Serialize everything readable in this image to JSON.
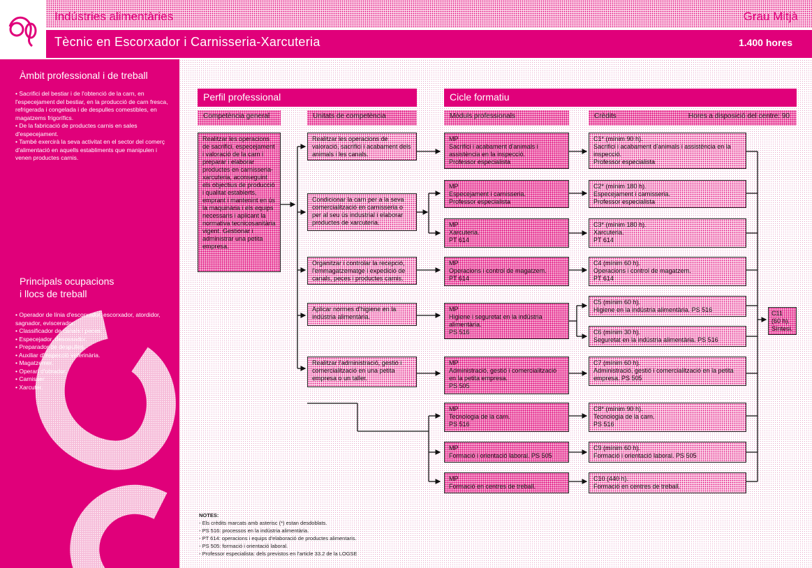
{
  "header": {
    "sector": "Indústries alimentàries",
    "grau": "Grau Mitjà",
    "title": "Tècnic en Escorxador i Carnisseria-Xarcuteria",
    "hours": "1.400 hores"
  },
  "left": {
    "ambit_title": "Àmbit professional i de treball",
    "ambit_items": [
      "Sacrifici del bestiar i de l'obtenció de la carn, en l'especejament del bestiar, en la producció de carn fresca, refrigerada i congelada i de despulles comestibles, en magatzems frigorífics.",
      "De la fabricació de productes carnis en sales d'especejament.",
      "També exercirà la seva activitat en el sector del comerç d'alimentació en aquells establiments que manipulen i venen productes carnis."
    ],
    "ocup_title_1": "Principals ocupacions",
    "ocup_title_2": "i llocs de treball",
    "ocup_items": [
      "Operador de línia d'escorxador, escorxador, atordidor, sagnador, eviscerador.",
      "Classificador de canals i peces.",
      "Especejador, desossador.",
      "Preparador de despulles.",
      "Auxiliar d'inspecció veterinària.",
      "Magatzemer.",
      "Operari d'obrador.",
      "Carnisser.",
      "Xarcuter."
    ]
  },
  "sections": {
    "perfil": "Perfil professional",
    "cicle": "Cicle formatiu"
  },
  "columns": {
    "competencia": "Competència general",
    "unitats": "Unitats de competència",
    "moduls": "Mòduls professionals",
    "credits": "Crèdits",
    "hores_centre": "Hores a disposició del centre: 90"
  },
  "competencia_general": "Realitzar les operacions de sacrifici, especejament i valoració de la carn i preparar i elaborar productes en carnisseria-xarcuteria, aconseguint els objectius de producció i qualitat establerts, emprant i mantenint en ús la maquinària i els equips necessaris i aplicant la normativa tecnicosanitària vigent. Gestionar i administrar una petita empresa.",
  "unitats": [
    "Realitzar les operacions de valoració, sacrifici i acabament dels animals i les canals.",
    "Condicionar la carn per a la seva comercialització en carnisseria o per al seu ús industrial i elaborar productes de xarcuteria.",
    "Organitzar i controlar la recepció, l'emmagatzematge i expedició de canals, peces i productes carnis.",
    "Aplicar normes d'higiene en la indústria alimentària.",
    "Realitzar l'administració, gestió i comercialització en una petita empresa o un taller."
  ],
  "moduls": [
    {
      "l1": "MP",
      "l2": "Sacrifici i acabament d'animals i assistència en la inspecció.",
      "l3": "Professor especialista"
    },
    {
      "l1": "MP",
      "l2": "Especejament i carnisseria.",
      "l3": "Professor especialista"
    },
    {
      "l1": "MP",
      "l2": "Xarcuteria.",
      "l3": "PT 614"
    },
    {
      "l1": "MP",
      "l2": "Operacions i control de magatzem.",
      "l3": "PT 614"
    },
    {
      "l1": "MP",
      "l2": "Higiene i seguretat en la indústria alimentària.",
      "l3": "PS 516"
    },
    {
      "l1": "MP",
      "l2": "Administració, gestió i comercialització en la petita empresa.",
      "l3": "PS 505"
    },
    {
      "l1": "MP",
      "l2": "Tecnologia de la carn.",
      "l3": "PS 516"
    },
    {
      "l1": "MP",
      "l2": "Formació i orientació laboral. PS 505",
      "l3": ""
    },
    {
      "l1": "MP",
      "l2": "Formació en centres de treball.",
      "l3": ""
    }
  ],
  "credits": [
    {
      "l1": "C1* (mínim 90 h).",
      "l2": "Sacrifici i acabament d'animals i assistència en la inspecció.",
      "l3": "Professor especialista"
    },
    {
      "l1": "C2* (mínim 180 h).",
      "l2": "Especejament i carnisseria.",
      "l3": "Professor especialista"
    },
    {
      "l1": "C3* (mínim 180 h).",
      "l2": "Xarcuteria.",
      "l3": "PT 614"
    },
    {
      "l1": "C4 (mínim 60 h).",
      "l2": "Operacions i control de magatzem.",
      "l3": "PT 614"
    },
    {
      "l1": "C5 (mínim 60 h).",
      "l2": "Higiene en la indústria alimentària. PS 516",
      "l3": ""
    },
    {
      "l1": "C6 (mínim 30 h).",
      "l2": "Seguretat en la indústria alimentària. PS 516",
      "l3": ""
    },
    {
      "l1": "C7 (mínim 60 h).",
      "l2": "Administració, gestió i comercialització en la petita empresa. PS 505",
      "l3": ""
    },
    {
      "l1": "C8* (mínim 90 h).",
      "l2": "Tecnologia de la carn.",
      "l3": "PS 516"
    },
    {
      "l1": "C9 (mínim 60 h).",
      "l2": "Formació i orientació laboral. PS 505",
      "l3": ""
    },
    {
      "l1": "C10 (440 h).",
      "l2": "Formació en centres de treball.",
      "l3": ""
    }
  ],
  "c11": {
    "l1": "C11",
    "l2": "(60 h).",
    "l3": "Síntesi."
  },
  "notes": {
    "title": "NOTES:",
    "items": [
      "- Els crèdits marcats amb asterisc (*) estan desdoblats.",
      "- PS 516: processos en la indústria alimentària.",
      "- PT 614: operacions i equips d'elaboració de productes alimentaris.",
      "- PS 505: formació i orientació laboral.",
      "- Professor especialista: dels previstos en l'article 33.2 de la LOGSE"
    ]
  },
  "colors": {
    "accent": "#e0007a",
    "pink_light": "#fbd6e8"
  }
}
